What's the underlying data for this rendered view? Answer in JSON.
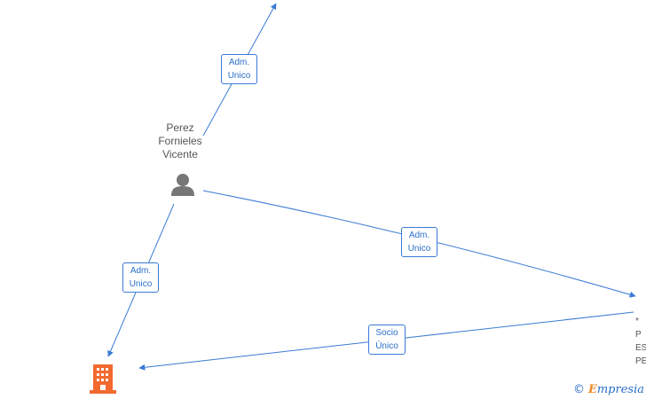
{
  "nodes": {
    "person": {
      "name_lines": [
        "Perez",
        "Fornieles",
        "Vicente"
      ],
      "icon": "person-icon",
      "color": "#777777"
    },
    "company": {
      "icon": "building-icon",
      "color": "#f26a2e"
    },
    "right_company": {
      "partial_text": "*\nP\nES\nPE"
    }
  },
  "edges": [
    {
      "id": "person-to-top",
      "label_lines": [
        "Adm.",
        "Unico"
      ]
    },
    {
      "id": "person-to-right",
      "label_lines": [
        "Adm.",
        "Unico"
      ]
    },
    {
      "id": "person-to-company",
      "label_lines": [
        "Adm.",
        "Unico"
      ]
    },
    {
      "id": "right-to-company",
      "label_lines": [
        "Socio",
        "Único"
      ]
    }
  ],
  "colors": {
    "edge": "#3a7bd5",
    "label_text": "#2a6fc9"
  },
  "watermark": {
    "copyright": "©",
    "brand_initial": "E",
    "brand_rest": "mpresia"
  }
}
